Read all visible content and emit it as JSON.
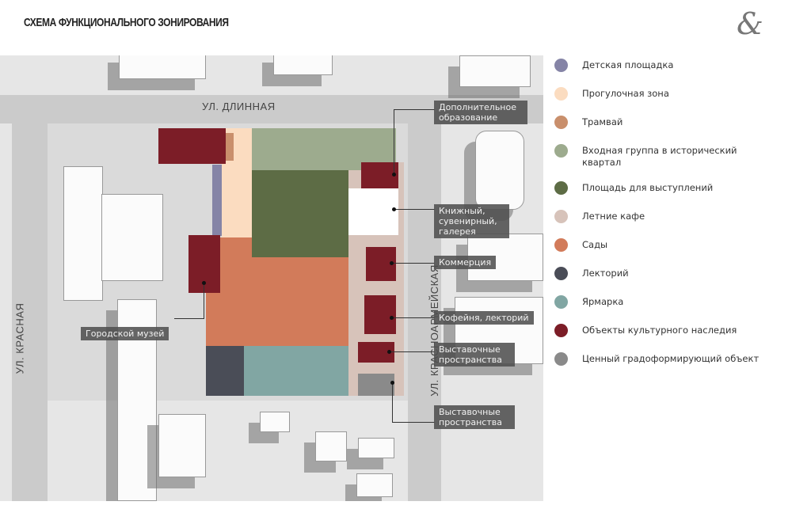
{
  "title": "СХЕМА ФУНКЦИОНАЛЬНОГО ЗОНИРОВАНИЯ",
  "logo": "&",
  "streets": {
    "dlinnaya": "УЛ. ДЛИННАЯ",
    "krasnaya": "УЛ. КРАСНАЯ",
    "krasnoarmeyskaya": "УЛ. КРАСНОАРМЕЙСКАЯ"
  },
  "callouts": {
    "dop": "Дополнительное образование",
    "knizh": "Книжный, сувенирный, галерея",
    "komm": "Коммерция",
    "kof": "Кофейня, лекторий",
    "vyst1": "Выставочные пространства",
    "vyst2": "Выставочные пространства",
    "muzey": "Городской музей"
  },
  "legend": [
    {
      "label": "Детская площадка",
      "color": "#8584a6"
    },
    {
      "label": "Прогулочная зона",
      "color": "#fbdcc0"
    },
    {
      "label": "Трамвай",
      "color": "#c98f6c"
    },
    {
      "label": "Входная группа в исторический квартал",
      "color": "#9dab8e"
    },
    {
      "label": "Площадь для выступлений",
      "color": "#5d6c45"
    },
    {
      "label": "Летние кафе",
      "color": "#d7c3ba"
    },
    {
      "label": "Сады",
      "color": "#d27b5a"
    },
    {
      "label": "Лекторий",
      "color": "#4a4d57"
    },
    {
      "label": "Ярмарка",
      "color": "#81a6a3"
    },
    {
      "label": "Объекты культурного наследия",
      "color": "#7c1d27"
    },
    {
      "label": "Ценный градоформирующий объект",
      "color": "#8a8a8a"
    }
  ]
}
